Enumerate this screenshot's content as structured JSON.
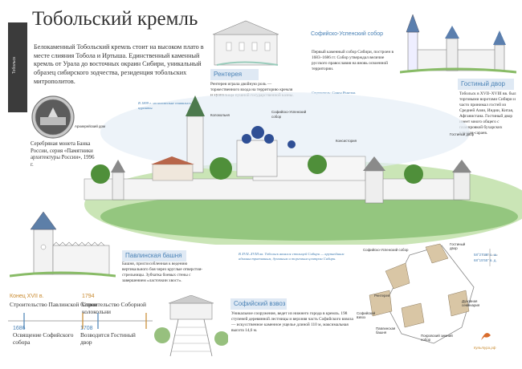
{
  "header": {
    "title": "Тобольский кремль",
    "side_tab": "Тобольск"
  },
  "intro": "Белокаменный Тобольский кремль стоит на высоком плато в месте слияния Тобола и Иртыша. Единственный каменный кремль от Урала до восточных окраин Сибири, уникальный образец сибирского зодчества, резиденция тобольских митрополитов.",
  "coin_caption": "Серебряная монета Банка России, серия «Памятники архитектуры России», 1996 г.",
  "rentereya": {
    "title": "Рентерея",
    "text": "Рентерея играла двойную роль — торжественного входа на территорию кремля и хранилища пушной государственной казны."
  },
  "sofia_sobor": {
    "title": "Софийско-Успенский собор",
    "text": "Первый каменный собор Сибири, построен в 1683–1686 гг. Собор утверждал величие русского православия на вновь освоенной территории.",
    "note": "Строитель: Семен Ремезов."
  },
  "gostiny": {
    "title": "Гостиный двор",
    "text": "Тобольск в XVII–XVIII вв. был торговыми воротами Сибири и часто принимал гостей из Средней Азии, Индии, Китая, Афганистана. Гостиный двор имеет много общего с планировкой бухарских караван-сараев."
  },
  "panorama_note": "В 1809 г. на колокольне появились куранты.",
  "panorama_labels": {
    "arhiereisky": "Архиерейский дом",
    "kolokolnya": "Колокольня",
    "sofia": "Софийско-Успенский собор",
    "konsistoriya": "Консистория",
    "gostiny": "Гостиный двор"
  },
  "pavlin": {
    "title": "Павлинская башня",
    "text": "Башня, приспособленная к ведению вертикального боя через круглые отверстия-стрельницы. Зубчатка боевых стены с завершением «ласточкин хвост»."
  },
  "buildings_note": "В XVII–XVIII вв. Тобольск являлся столицей Сибири — крупнейшим административным, духовным и торговым центром Сибири.",
  "vzvoz": {
    "title": "Софийский взвоз",
    "text": "Уникальное сооружение, ведет из нижнего города в кремль. 198 ступеней деревянной лестницы и верхняя часть Софийского взвоза — искусственное каменное ущелье длиной 110 м, максимальная высота 14,6 м."
  },
  "timeline": [
    {
      "year": "Конец XVII в.",
      "text": "Строительство Павлинской башни",
      "color": "#c8892d"
    },
    {
      "year": "1794",
      "text": "Строительство Соборной колокольни",
      "color": "#c8892d"
    },
    {
      "year": "1686",
      "text": "Освящение Софийского собора",
      "color": "#4a82b6"
    },
    {
      "year": "1708",
      "text": "Возводится Гостиный двор",
      "color": "#4a82b6"
    }
  ],
  "map": {
    "coords_lat": "58°27′38″ с. ш.",
    "coords_lon": "68°15′55″ в. д.",
    "labels": {
      "sofia": "Софийско-Успенский собор",
      "gostiny": "Гостиный двор",
      "rentereya": "Рентерея",
      "pavlin": "Павлинская башня",
      "sofia_small": "Софийский взвоз",
      "seminary": "Духовная семинария",
      "pokrov": "Покровский зимний собор"
    }
  },
  "publisher": "Культура.рф",
  "colors": {
    "accent": "#4a82b6",
    "timeline_orange": "#c8892d",
    "map_fill": "#d9c6a5"
  }
}
